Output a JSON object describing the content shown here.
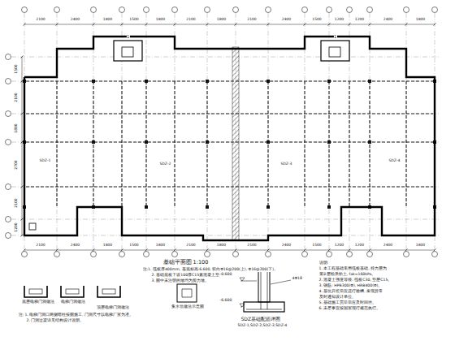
{
  "diagram": {
    "labels": [
      "基础平面图 1:100",
      "注:1. 筏板厚400mm, 基底标高-6.600, 双向Φ16@200(上), Φ16@200(下)。",
      "2. 基础底板下设100厚C15素混凝土垫层。",
      "3. 图中未注明的墙均为剪力墙。",
      "1",
      "1",
      "2100",
      "2400",
      "1800",
      "1500",
      "1800",
      "2100",
      "1800",
      "2100",
      "2400",
      "1500",
      "1200",
      "1200",
      "2400",
      "1800",
      "1500",
      "2100",
      "1800",
      "2700",
      "2100",
      "1200",
      "SDZ-1",
      "SDZ-2",
      "SDZ-3",
      "SDZ-4",
      "说明:",
      "1. 本工程基础采用筏板基础, 持力层为",
      "第③层粉质粘土, fak=160kPa。",
      "2. 混凝土强度等级: 筏板C30, 垫层C15。",
      "3. 钢筋: HPB300(Φ), HRB400(Φ)。",
      "4. 基坑开挖后应进行验槽, 发现异常",
      "及时通知设计单位。",
      "5. 基础施工完毕后应及时回填。",
      "6. 未尽事宜按国家现行规范执行。",
      "底层电梯门洞做法",
      "电梯门洞做法",
      "顶层电梯门洞做法",
      "注: 1. 电梯门洞口两侧暗柱按图施工, 门洞尺寸以电梯厂家为准。",
      "2. 门洞过梁详见结构设计说明。",
      "集水坑做法示意图",
      "-0.600",
      "-6.600",
      "4Φ18",
      "SDZ基础配筋详图",
      "SDZ-1,SDZ-2,SDZ-3,SDZ-4",
      "2100",
      "2400",
      "1800",
      "1500",
      "1800",
      "2100",
      "1800",
      "2100",
      "2400",
      "1500",
      "1200",
      "1200",
      "2400",
      "1800"
    ]
  }
}
